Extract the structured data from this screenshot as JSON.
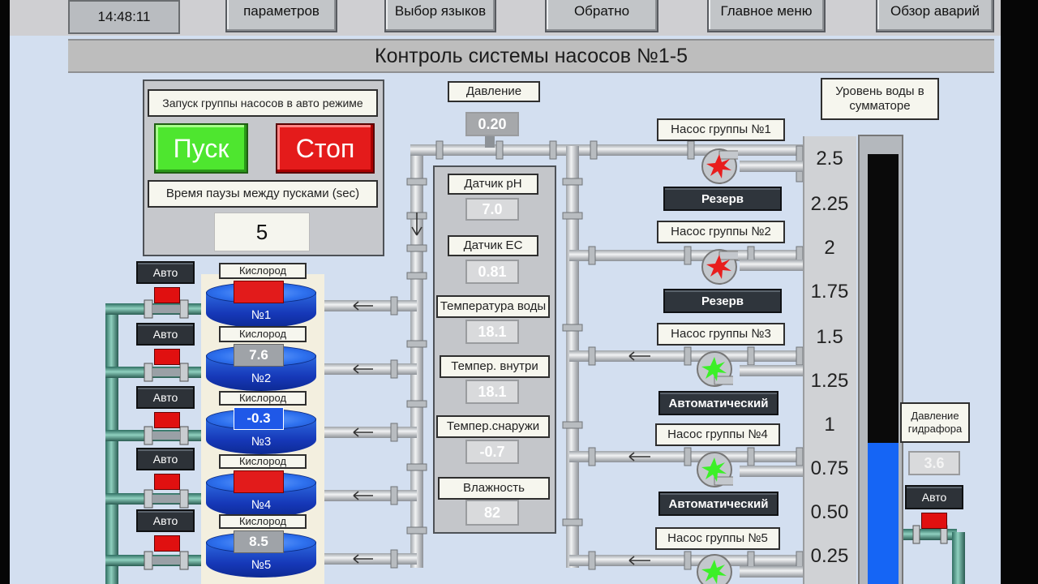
{
  "header": {
    "clock": "14:48:11",
    "buttons": [
      {
        "label": "параметров"
      },
      {
        "label": "Выбор языков"
      },
      {
        "label": "Обратно"
      },
      {
        "label": "Главное меню"
      },
      {
        "label": "Обзор аварий"
      }
    ],
    "title": "Контроль системы насосов №1-5"
  },
  "control": {
    "auto_start_label": "Запуск группы насосов в авто режиме",
    "start_label": "Пуск",
    "stop_label": "Стоп",
    "pause_label": "Время паузы между пусками (sec)",
    "pause_value": "5"
  },
  "sensors": {
    "pressure_label": "Давление",
    "pressure_value": "0.20",
    "items": [
      {
        "label": "Датчик pH",
        "value": "7.0"
      },
      {
        "label": "Датчик EC",
        "value": "0.81"
      },
      {
        "label": "Температура воды",
        "value": "18.1"
      },
      {
        "label": "Темпер. внутри",
        "value": "18.1"
      },
      {
        "label": "Темпер.снаружи",
        "value": "-0.7"
      },
      {
        "label": "Влажность",
        "value": "82"
      }
    ]
  },
  "tanks": [
    {
      "auto_label": "Авто",
      "oxygen_label": "Кислород",
      "value": "",
      "name": "№1"
    },
    {
      "auto_label": "Авто",
      "oxygen_label": "Кислород",
      "value": "7.6",
      "name": "№2"
    },
    {
      "auto_label": "Авто",
      "oxygen_label": "Кислород",
      "value": "-0.3",
      "name": "№3"
    },
    {
      "auto_label": "Авто",
      "oxygen_label": "Кислород",
      "value": "",
      "name": "№4"
    },
    {
      "auto_label": "Авто",
      "oxygen_label": "Кислород",
      "value": "8.5",
      "name": "№5"
    }
  ],
  "pumps": [
    {
      "label": "Насос группы №1",
      "mode": "Резерв",
      "state_color": "#e81d1d"
    },
    {
      "label": "Насос группы №2",
      "mode": "Резерв",
      "state_color": "#e81d1d"
    },
    {
      "label": "Насос группы №3",
      "mode": "Автоматический",
      "state_color": "#3cf028"
    },
    {
      "label": "Насос группы №4",
      "mode": "Автоматический",
      "state_color": "#3cf028"
    },
    {
      "label": "Насос группы №5",
      "mode": "",
      "state_color": "#3cf028"
    }
  ],
  "water_level": {
    "label": "Уровень воды в сумматоре",
    "scale": [
      "2.5",
      "2.25",
      "2",
      "1.75",
      "1.5",
      "1.25",
      "1",
      "0.75",
      "0.50",
      "0.25"
    ],
    "level": 0.8
  },
  "hydrophore": {
    "label": "Давление гидрафора",
    "value": "3.6",
    "auto_label": "Авто"
  },
  "colors": {
    "start": "#4ee62f",
    "stop": "#e41b1b",
    "tank_blue": "#1f4fd8",
    "pipe": "#e4e6e8",
    "water": "#1565f5"
  }
}
